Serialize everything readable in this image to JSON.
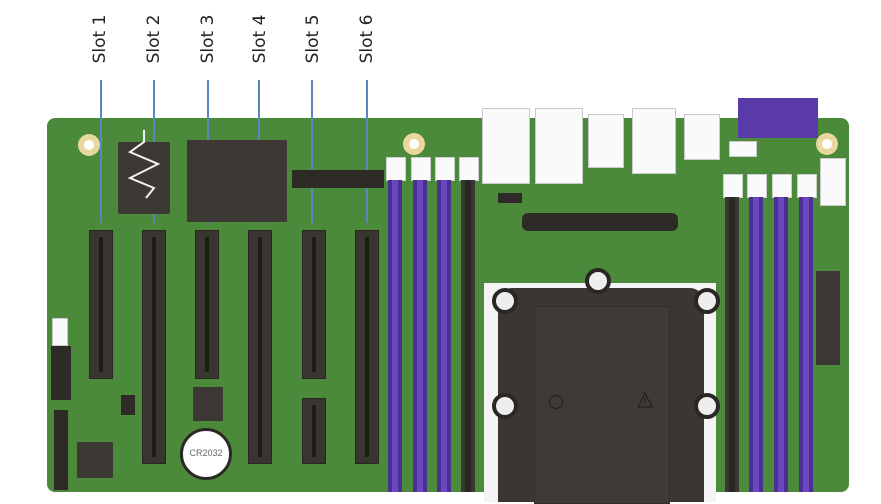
{
  "diagram": {
    "title": "Motherboard PCIe slot layout",
    "slots": [
      {
        "label": "Slot 1"
      },
      {
        "label": "Slot 2"
      },
      {
        "label": "Slot 3"
      },
      {
        "label": "Slot 4"
      },
      {
        "label": "Slot 5"
      },
      {
        "label": "Slot 6"
      }
    ],
    "battery_label": "CR2032",
    "colors": {
      "board": "#4b8a3a",
      "slot": "#3a3532",
      "dimm": "#4c2f93",
      "leader_line": "#5a86c2"
    }
  }
}
